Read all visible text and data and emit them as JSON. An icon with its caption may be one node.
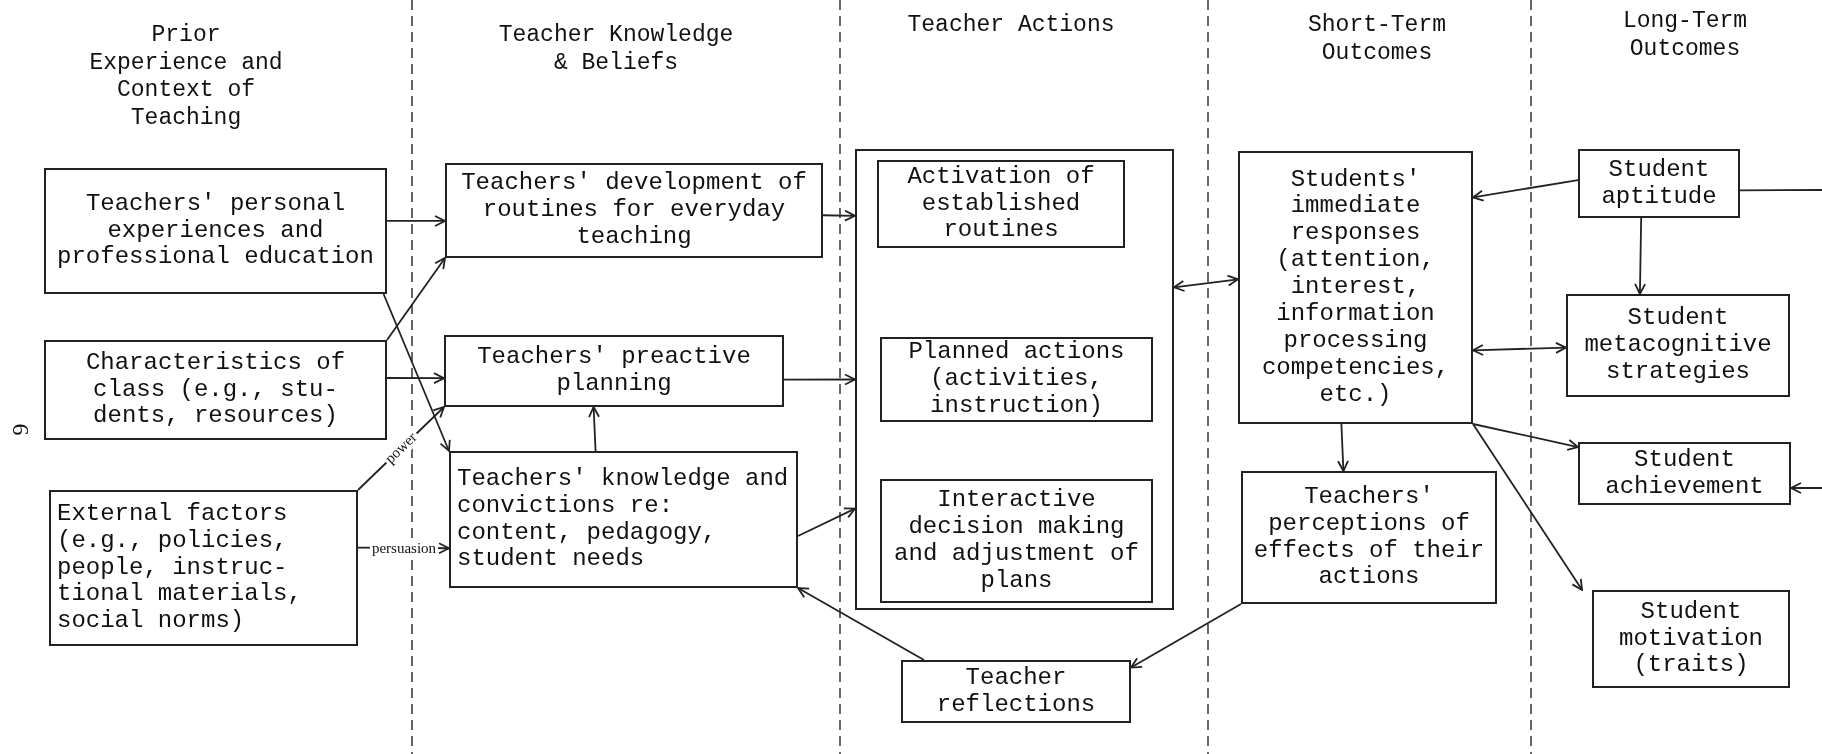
{
  "diagram": {
    "nodes": [
      {
        "text": [
          "Teachers' personal experiences and professional education"
        ]
      },
      {
        "text": [
          "Characteristics of class (e.g., stu- dents, resources)"
        ]
      },
      {
        "text": [
          "External factors (e.g., policies, people, instruc- tional materials, social norms)"
        ]
      },
      {
        "text": [
          "Teachers' development of routines for everyday teaching"
        ]
      },
      {
        "text": [
          "Teachers' preactive planning"
        ]
      },
      {
        "text": [
          "Teachers' knowledge and convictions re: content, pedagogy, student needs"
        ]
      },
      {
        "text": [],
        "shape": "box"
      },
      {
        "text": [
          "Activation of established routines"
        ],
        "in": 6
      },
      {
        "text": [
          "Planned actions (activities, instruction)"
        ],
        "in": 6
      },
      {
        "text": [
          "Interactive decision making and adjustment of plans"
        ],
        "in": 6
      },
      {
        "text": [
          "Teacher reflections"
        ]
      },
      {
        "text": [
          "Students' immediate responses (attention, interest, information processing competencies, etc.)"
        ]
      },
      {
        "text": [
          "Teachers' perceptions of effects of their actions"
        ]
      },
      {
        "text": [
          "Student aptitude"
        ]
      },
      {
        "text": [
          "Student metacognitive strategies"
        ]
      },
      {
        "text": [
          "Student achievement"
        ]
      },
      {
        "text": [
          "Student motivation (traits)"
        ]
      }
    ],
    "edges": [
      {
        "from": 0,
        "to": 3,
        "arrow": "to"
      },
      {
        "from": 0,
        "to": 5,
        "arrow": "to"
      },
      {
        "from": 1,
        "to": 3,
        "arrow": "to"
      },
      {
        "from": 1,
        "to": 4,
        "arrow": "to"
      },
      {
        "from": 2,
        "to": 4,
        "arrow": "to",
        "label": "power"
      },
      {
        "from": 2,
        "to": 5,
        "arrow": "to",
        "label": "persuasion"
      },
      {
        "from": 5,
        "to": 4,
        "arrow": "to"
      },
      {
        "from": 3,
        "to": 6,
        "arrow": "to"
      },
      {
        "from": 4,
        "to": 6,
        "arrow": "to"
      },
      {
        "from": 5,
        "to": 6,
        "arrow": "to"
      },
      {
        "from": 6,
        "to": 11,
        "arrow": "both"
      },
      {
        "from": 13,
        "to": 11,
        "arrow": "to"
      },
      {
        "from": 13,
        "to": 14,
        "arrow": "to"
      },
      {
        "from": 13,
        "to": null,
        "arrow": "none"
      },
      {
        "from": null,
        "to": 15,
        "arrow": "to"
      },
      {
        "from": 11,
        "to": 14,
        "arrow": "both"
      },
      {
        "from": 11,
        "to": 15,
        "arrow": "to"
      },
      {
        "from": 11,
        "to": 16,
        "arrow": "to"
      },
      {
        "from": 11,
        "to": 12,
        "arrow": "to"
      },
      {
        "from": 12,
        "to": 10,
        "arrow": "to"
      },
      {
        "from": 10,
        "to": 5,
        "arrow": "to"
      }
    ],
    "labels": [
      "Prior Experience and Context of Teaching",
      "Teacher Knowledge & Beliefs",
      "Teacher Actions",
      "Short-Term Outcomes",
      "Long-Term Outcomes",
      "6"
    ]
  }
}
